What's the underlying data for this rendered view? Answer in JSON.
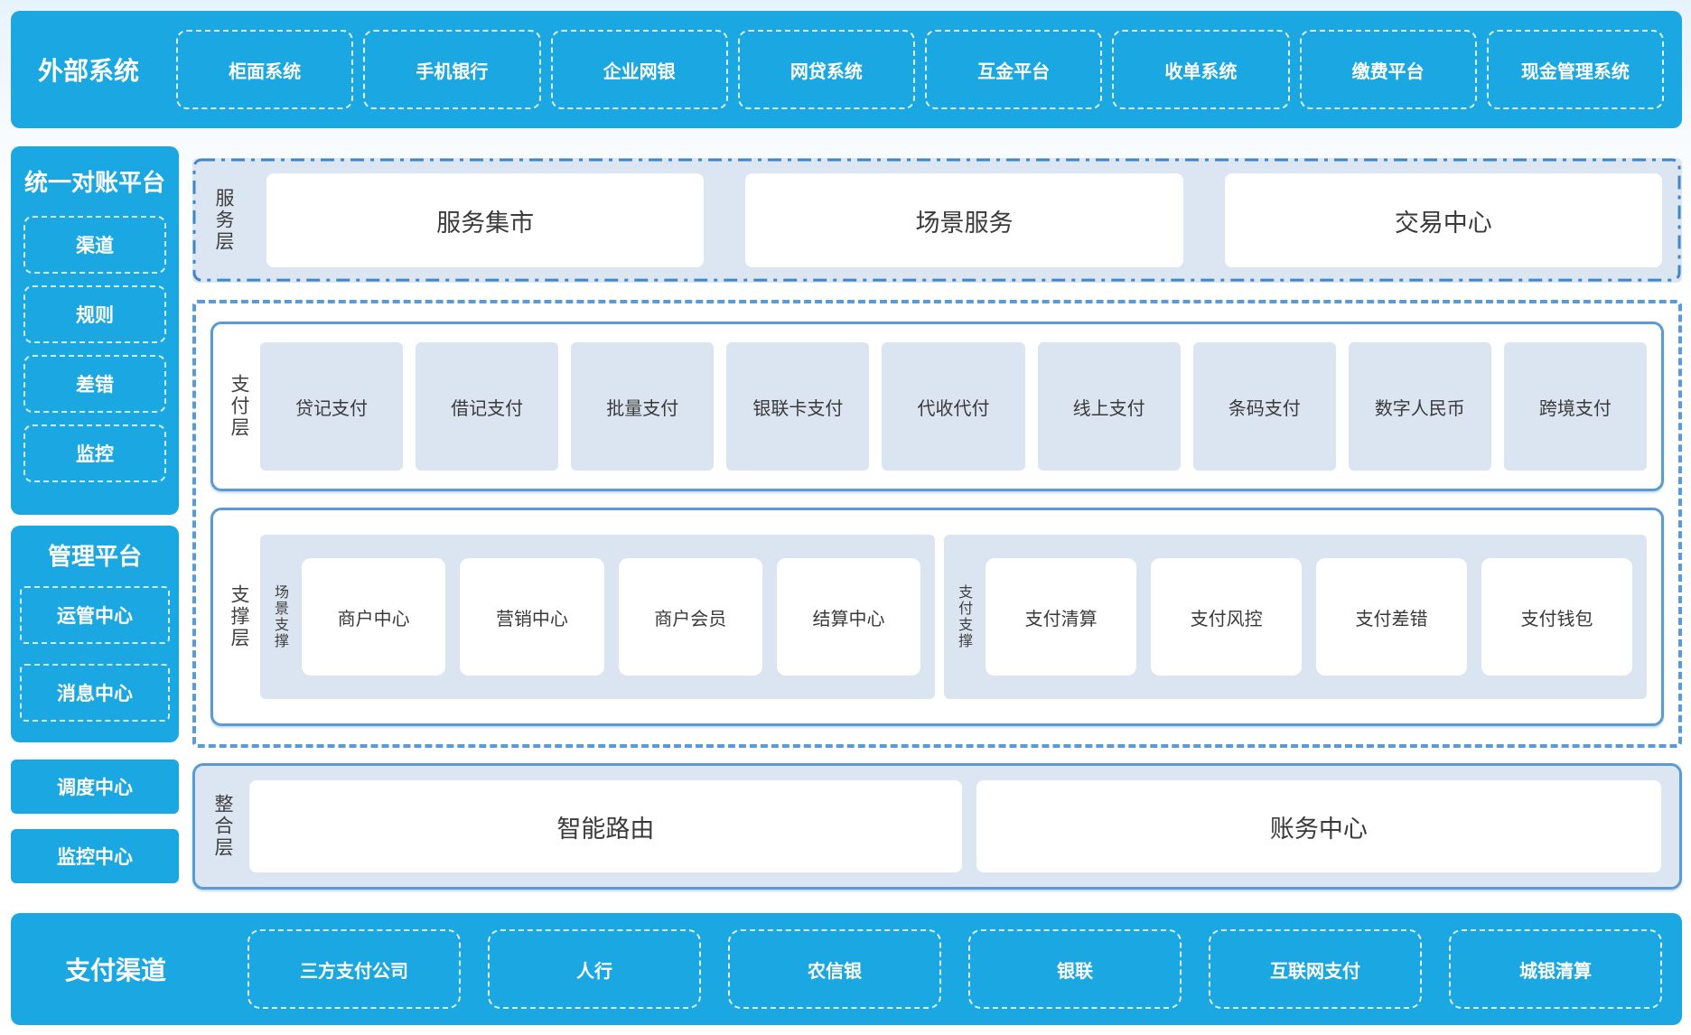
{
  "colors": {
    "accent_blue": "#1ba7e2",
    "panel_light_blue": "#dce6f2",
    "item_light_blue": "#dbe5f1",
    "border_blue": "#5b9bd5",
    "dashdot_border_blue": "#3f86c9",
    "text_dark": "#3f3f3f",
    "text_white": "#ffffff"
  },
  "top_bar": {
    "title": "外部系统",
    "items": [
      "柜面系统",
      "手机银行",
      "企业网银",
      "网贷系统",
      "互金平台",
      "收单系统",
      "缴费平台",
      "现金管理系统"
    ]
  },
  "sidebar": {
    "reconciliation": {
      "title": "统一对账平台",
      "items": [
        "渠道",
        "规则",
        "差错",
        "监控"
      ]
    },
    "management": {
      "title": "管理平台",
      "items": [
        "运管中心",
        "消息中心"
      ]
    },
    "standalone": [
      "调度中心",
      "监控中心"
    ]
  },
  "layers": {
    "service": {
      "label": "服务层",
      "items": [
        "服务集市",
        "场景服务",
        "交易中心"
      ]
    },
    "payment": {
      "label": "支付层",
      "items": [
        "贷记支付",
        "借记支付",
        "批量支付",
        "银联卡支付",
        "代收代付",
        "线上支付",
        "条码支付",
        "数字人民币",
        "跨境支付"
      ]
    },
    "support": {
      "label": "支撑层",
      "groups": [
        {
          "label": "场景支撑",
          "items": [
            "商户中心",
            "营销中心",
            "商户会员",
            "结算中心"
          ]
        },
        {
          "label": "支付支撑",
          "items": [
            "支付清算",
            "支付风控",
            "支付差错",
            "支付钱包"
          ]
        }
      ]
    },
    "integration": {
      "label": "整合层",
      "items": [
        "智能路由",
        "账务中心"
      ]
    }
  },
  "bottom_bar": {
    "title": "支付渠道",
    "items": [
      "三方支付公司",
      "人行",
      "农信银",
      "银联",
      "互联网支付",
      "城银清算"
    ]
  }
}
